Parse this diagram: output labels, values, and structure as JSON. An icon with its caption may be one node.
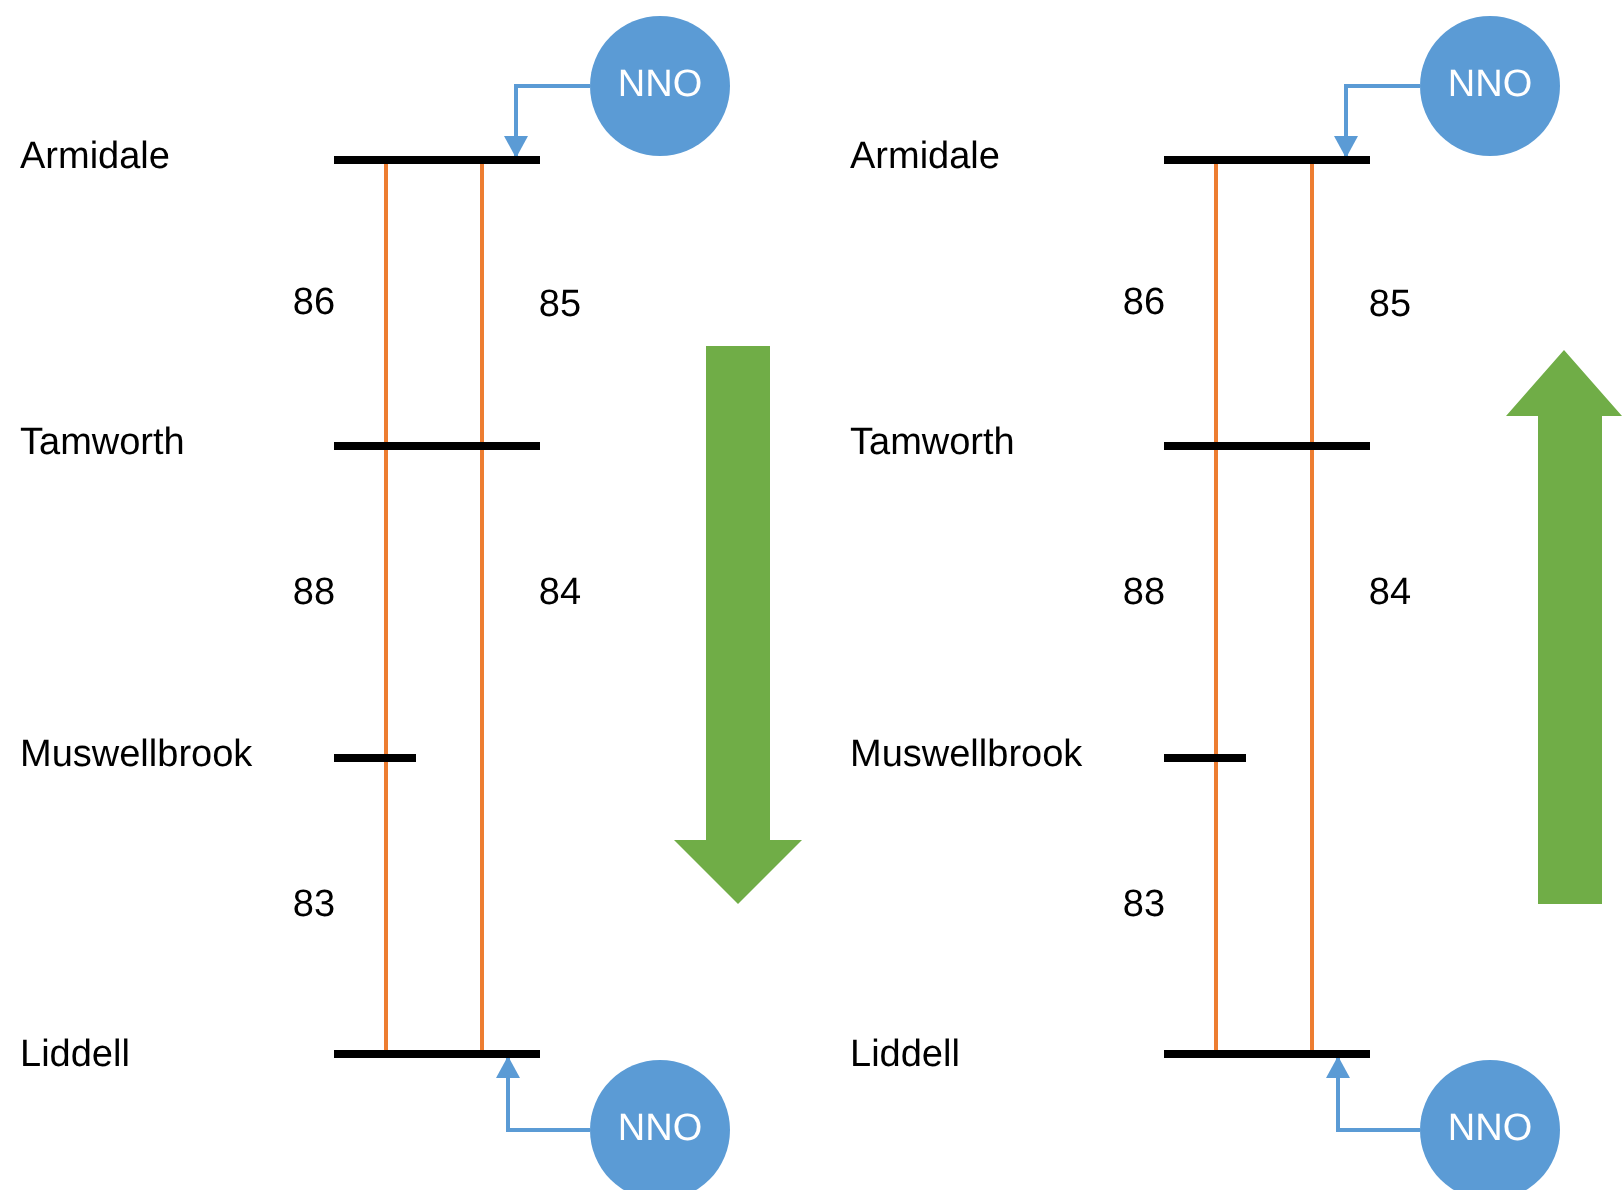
{
  "diagram": {
    "nodes": [
      {
        "text": [],
        "shape": "bar"
      },
      {
        "text": [],
        "shape": "bar"
      },
      {
        "text": [],
        "shape": "bar"
      },
      {
        "text": [],
        "shape": "bar"
      },
      {
        "text": [
          "NNO"
        ]
      },
      {
        "text": [
          "NNO"
        ]
      },
      {
        "text": [],
        "shape": "bar"
      },
      {
        "text": [],
        "shape": "bar"
      },
      {
        "text": [],
        "shape": "bar"
      },
      {
        "text": [],
        "shape": "bar"
      },
      {
        "text": [
          "NNO"
        ]
      },
      {
        "text": [
          "NNO"
        ]
      }
    ],
    "edges": [
      {
        "from": 0,
        "to": 1,
        "arrow": "none",
        "label": "86"
      },
      {
        "from": 1,
        "to": 2,
        "arrow": "none",
        "label": "88"
      },
      {
        "from": 2,
        "to": 3,
        "arrow": "none",
        "label": "83"
      },
      {
        "from": 0,
        "to": 1,
        "arrow": "none",
        "label": "85"
      },
      {
        "from": 1,
        "to": 3,
        "arrow": "none",
        "label": "84"
      },
      {
        "from": 4,
        "to": 0,
        "arrow": "to",
        "color": "#5b9bd5"
      },
      {
        "from": 5,
        "to": 3,
        "arrow": "to",
        "color": "#5b9bd5"
      },
      {
        "from": 6,
        "to": 7,
        "arrow": "none",
        "label": "86"
      },
      {
        "from": 7,
        "to": 8,
        "arrow": "none",
        "label": "88"
      },
      {
        "from": 8,
        "to": 9,
        "arrow": "none",
        "label": "83"
      },
      {
        "from": 6,
        "to": 7,
        "arrow": "none",
        "label": "85"
      },
      {
        "from": 7,
        "to": 9,
        "arrow": "none",
        "label": "84"
      },
      {
        "from": 10,
        "to": 6,
        "arrow": "to",
        "color": "#5b9bd5"
      },
      {
        "from": 11,
        "to": 9,
        "arrow": "to",
        "color": "#5b9bd5"
      }
    ],
    "labels": [
      "Armidale",
      "Armidale",
      "Tamworth",
      "Tamworth",
      "Muswellbrook",
      "Muswellbrook",
      "Liddell",
      "Liddell"
    ]
  }
}
